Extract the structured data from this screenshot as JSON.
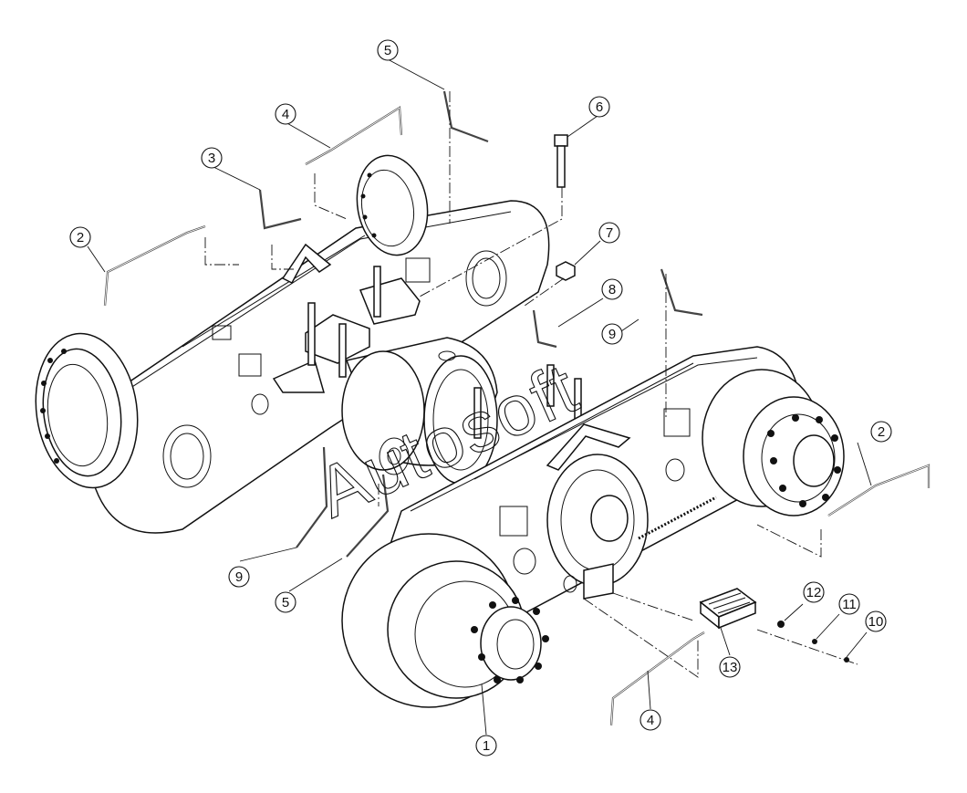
{
  "callouts": [
    {
      "id": "1",
      "label": "1"
    },
    {
      "id": "2a",
      "label": "2"
    },
    {
      "id": "2b",
      "label": "2"
    },
    {
      "id": "3",
      "label": "3"
    },
    {
      "id": "4a",
      "label": "4"
    },
    {
      "id": "4b",
      "label": "4"
    },
    {
      "id": "5a",
      "label": "5"
    },
    {
      "id": "5b",
      "label": "5"
    },
    {
      "id": "6",
      "label": "6"
    },
    {
      "id": "7",
      "label": "7"
    },
    {
      "id": "8",
      "label": "8"
    },
    {
      "id": "9a",
      "label": "9"
    },
    {
      "id": "9b",
      "label": "9"
    },
    {
      "id": "10",
      "label": "10"
    },
    {
      "id": "11",
      "label": "11"
    },
    {
      "id": "12",
      "label": "12"
    },
    {
      "id": "13",
      "label": "13"
    }
  ],
  "watermark": "Autosoft"
}
